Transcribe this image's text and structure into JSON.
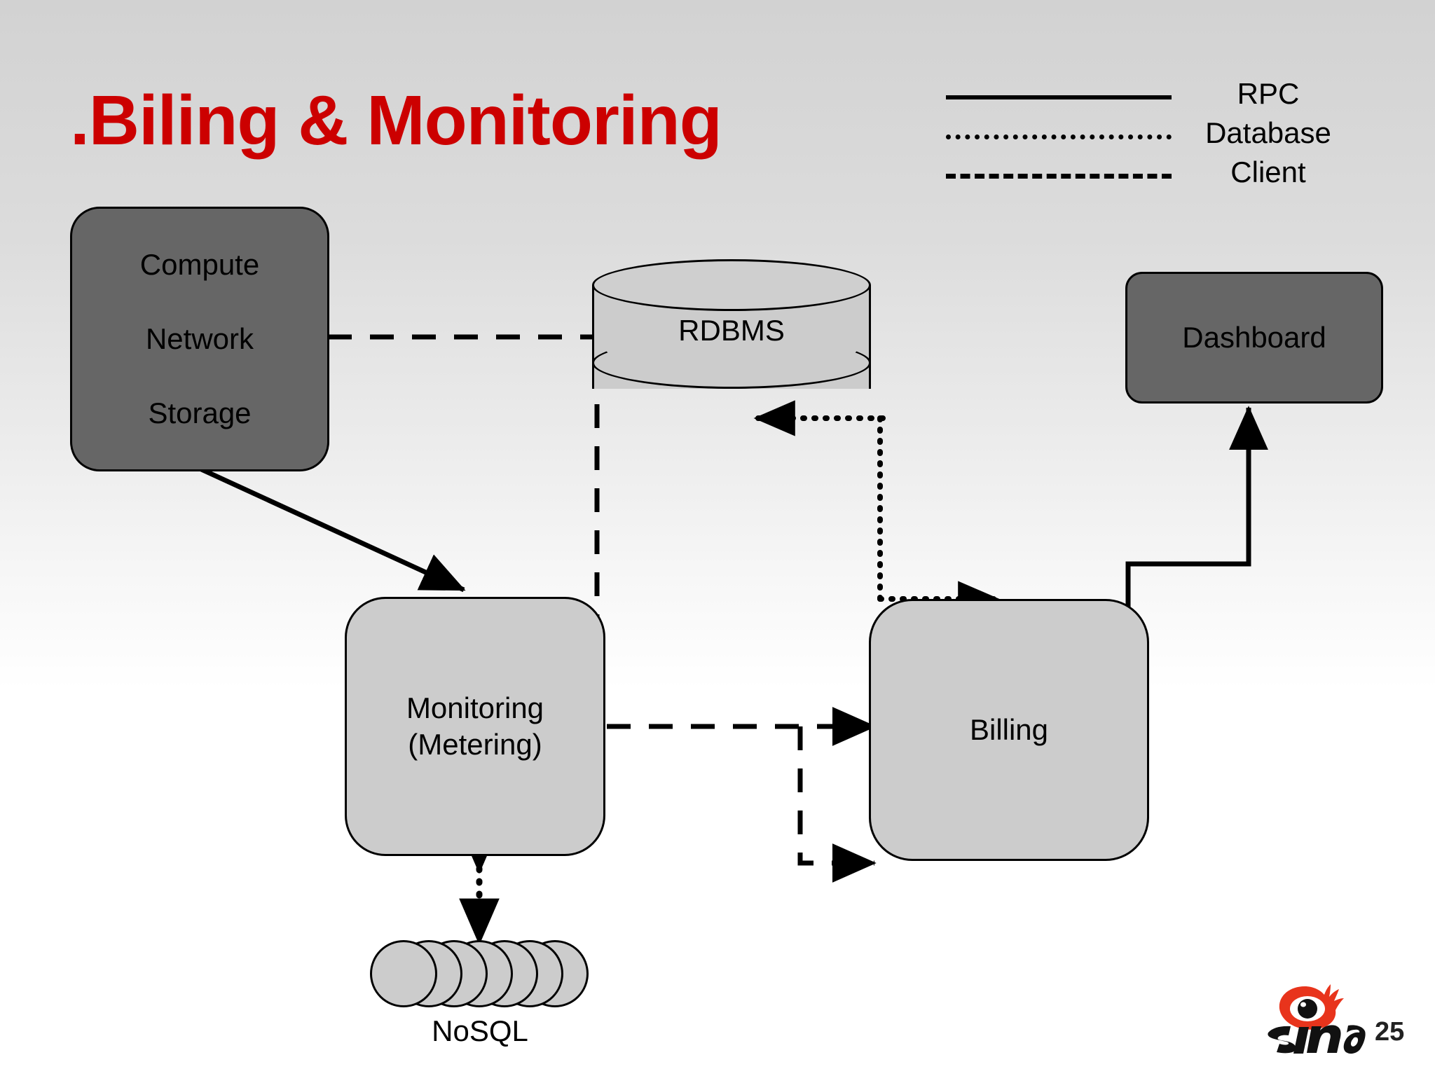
{
  "slide": {
    "title": ".Biling & Monitoring",
    "title_color": "#cc0000",
    "page_number": "25",
    "logo_name": "sina"
  },
  "legend": {
    "items": [
      {
        "label": "RPC",
        "style": "solid"
      },
      {
        "label": "Database",
        "style": "dotted"
      },
      {
        "label": "Client",
        "style": "dashed"
      }
    ]
  },
  "nodes": {
    "resources": {
      "lines": [
        "Compute",
        "Network",
        "Storage"
      ],
      "fill": "#666666"
    },
    "rdbms": {
      "label": "RDBMS",
      "fill": "#cccccc"
    },
    "dashboard": {
      "label": "Dashboard",
      "fill": "#666666"
    },
    "monitoring": {
      "line1": "Monitoring",
      "line2": "(Metering)",
      "fill": "#cccccc"
    },
    "billing": {
      "label": "Billing",
      "fill": "#cccccc"
    },
    "nosql": {
      "label": "NoSQL",
      "fill": "#cccccc",
      "disc_count": 7
    }
  },
  "connections": [
    {
      "from": "resources",
      "to": "rdbms",
      "style": "dashed",
      "arrow": "none"
    },
    {
      "from": "resources",
      "to": "monitoring",
      "style": "solid",
      "arrow": "end"
    },
    {
      "from": "rdbms",
      "to": "monitoring",
      "style": "dashed",
      "arrow": "none"
    },
    {
      "from": "rdbms",
      "to": "billing",
      "style": "dotted",
      "arrow": "end"
    },
    {
      "from": "billing",
      "to": "rdbms",
      "style": "dotted",
      "arrow": "end"
    },
    {
      "from": "monitoring",
      "to": "billing",
      "style": "dashed",
      "arrow": "end"
    },
    {
      "from": "monitoring",
      "to": "billing",
      "style": "dashed",
      "arrow": "end"
    },
    {
      "from": "billing",
      "to": "dashboard",
      "style": "solid",
      "arrow": "both"
    },
    {
      "from": "monitoring",
      "to": "nosql",
      "style": "dotted",
      "arrow": "both"
    }
  ]
}
